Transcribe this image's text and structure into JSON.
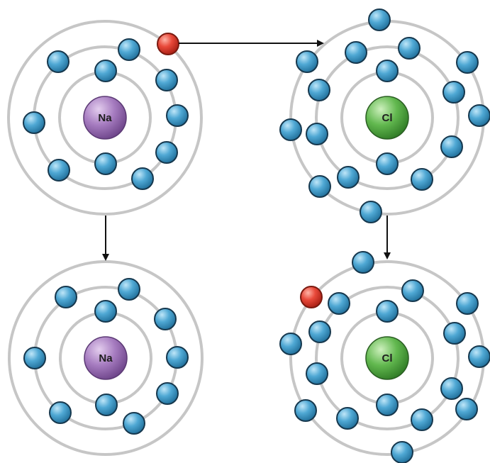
{
  "atoms": [
    {
      "id": "sodium-before",
      "symbol": "Na"
    },
    {
      "id": "chlorine-before",
      "symbol": "Cl"
    },
    {
      "id": "sodium-after",
      "symbol": "Na"
    },
    {
      "id": "chlorine-after",
      "symbol": "Cl"
    }
  ],
  "colors": {
    "shell": "#c6c6c6",
    "electron": "#3fa0cf",
    "transferred_electron": "#e8493a",
    "sodium_nucleus": "#9c6cb3",
    "chlorine_nucleus": "#5bb04a"
  }
}
